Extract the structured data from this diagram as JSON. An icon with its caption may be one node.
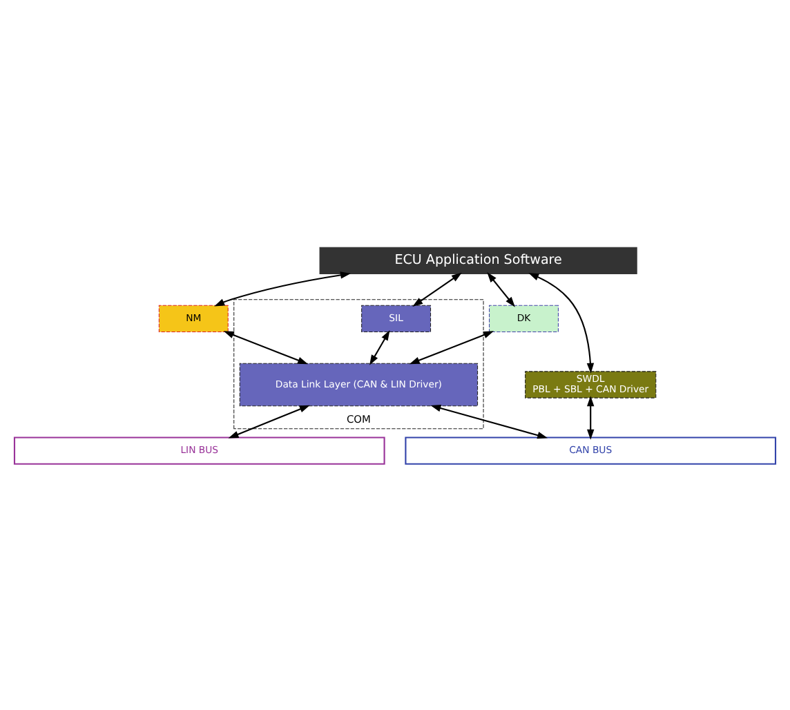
{
  "diagram": {
    "nodes": [
      {
        "text": [
          "ECU Application Software"
        ]
      },
      {
        "text": [
          "NM"
        ]
      },
      {
        "text": [
          "COM"
        ]
      },
      {
        "text": [
          "SIL"
        ],
        "in": 2
      },
      {
        "text": [
          "DK"
        ]
      },
      {
        "text": [
          "SWDL",
          "PBL + SBL + CAN Driver"
        ]
      },
      {
        "text": [
          "Data Link Layer (CAN & LIN Driver)"
        ],
        "in": 2
      },
      {
        "text": [
          "CAN BUS"
        ]
      },
      {
        "text": [
          "LIN BUS"
        ]
      }
    ],
    "edges": [
      {
        "from": 0,
        "to": 1,
        "arrow": "both"
      },
      {
        "from": 0,
        "to": 3,
        "arrow": "both"
      },
      {
        "from": 0,
        "to": 4,
        "arrow": "both"
      },
      {
        "from": 0,
        "to": 5,
        "arrow": "both"
      },
      {
        "from": 1,
        "to": 6,
        "arrow": "both"
      },
      {
        "from": 3,
        "to": 6,
        "arrow": "both"
      },
      {
        "from": 4,
        "to": 6,
        "arrow": "both"
      },
      {
        "from": 6,
        "to": 8,
        "arrow": "both"
      },
      {
        "from": 6,
        "to": 7,
        "arrow": "both"
      },
      {
        "from": 5,
        "to": 7,
        "arrow": "both"
      }
    ]
  }
}
